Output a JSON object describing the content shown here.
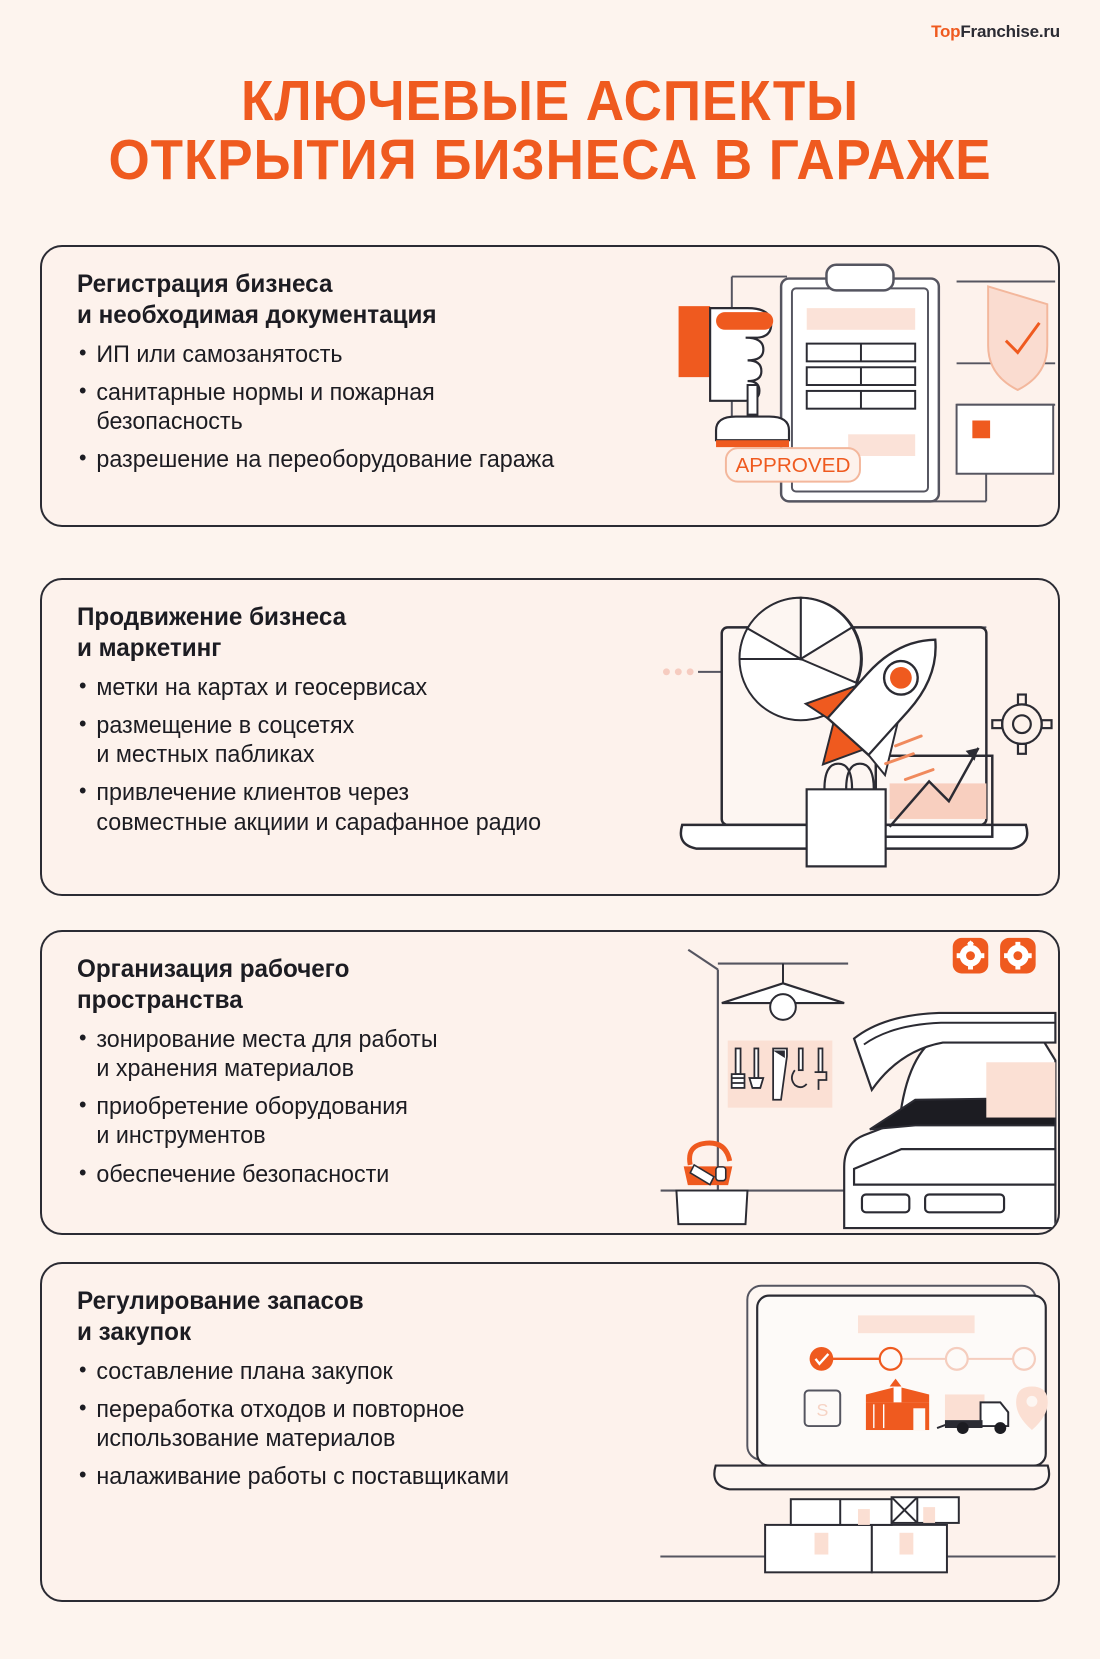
{
  "logo": {
    "accent_text": "Top",
    "rest_text": "Franchise.ru"
  },
  "title": {
    "line1": "Ключевые аспекты",
    "line2": "открытия бизнеса в гараже"
  },
  "colors": {
    "background": "#fdf4ee",
    "card_bg": "#fdf2ec",
    "accent_orange": "#ef5a1f",
    "soft_orange": "#fadcd0",
    "ink": "#1c1c22",
    "line": "#555560"
  },
  "cards": [
    {
      "title": "Регистрация бизнеса\nи необходимая документация",
      "bullets": [
        "ИП или самозанятость",
        "санитарные нормы и пожарная\nбезопасность",
        "разрешение на переоборудование гаража"
      ],
      "illustration": {
        "name": "documents-stamp-illustration",
        "stamp_label": "APPROVED"
      }
    },
    {
      "title": "Продвижение бизнеса\nи маркетинг",
      "bullets": [
        "метки на картах и геосервисах",
        "размещение в соцсетях\nи местных пабликах",
        "привлечение клиентов через\nсовместные акциии и сарафанное радио"
      ],
      "illustration": {
        "name": "laptop-rocket-marketing-illustration"
      }
    },
    {
      "title": "Организация рабочего\nпространства",
      "bullets": [
        "зонирование места для работы\nи хранения материалов",
        "приобретение оборудования\nи инструментов",
        "обеспечение безопасности"
      ],
      "illustration": {
        "name": "garage-workspace-car-illustration"
      }
    },
    {
      "title": "Регулирование запасов\nи закупок",
      "bullets": [
        "составление плана закупок",
        "переработка отходов и повторное\nиспользование материалов",
        "налаживание работы с поставщиками"
      ],
      "illustration": {
        "name": "supply-chain-laptop-illustration"
      }
    }
  ]
}
